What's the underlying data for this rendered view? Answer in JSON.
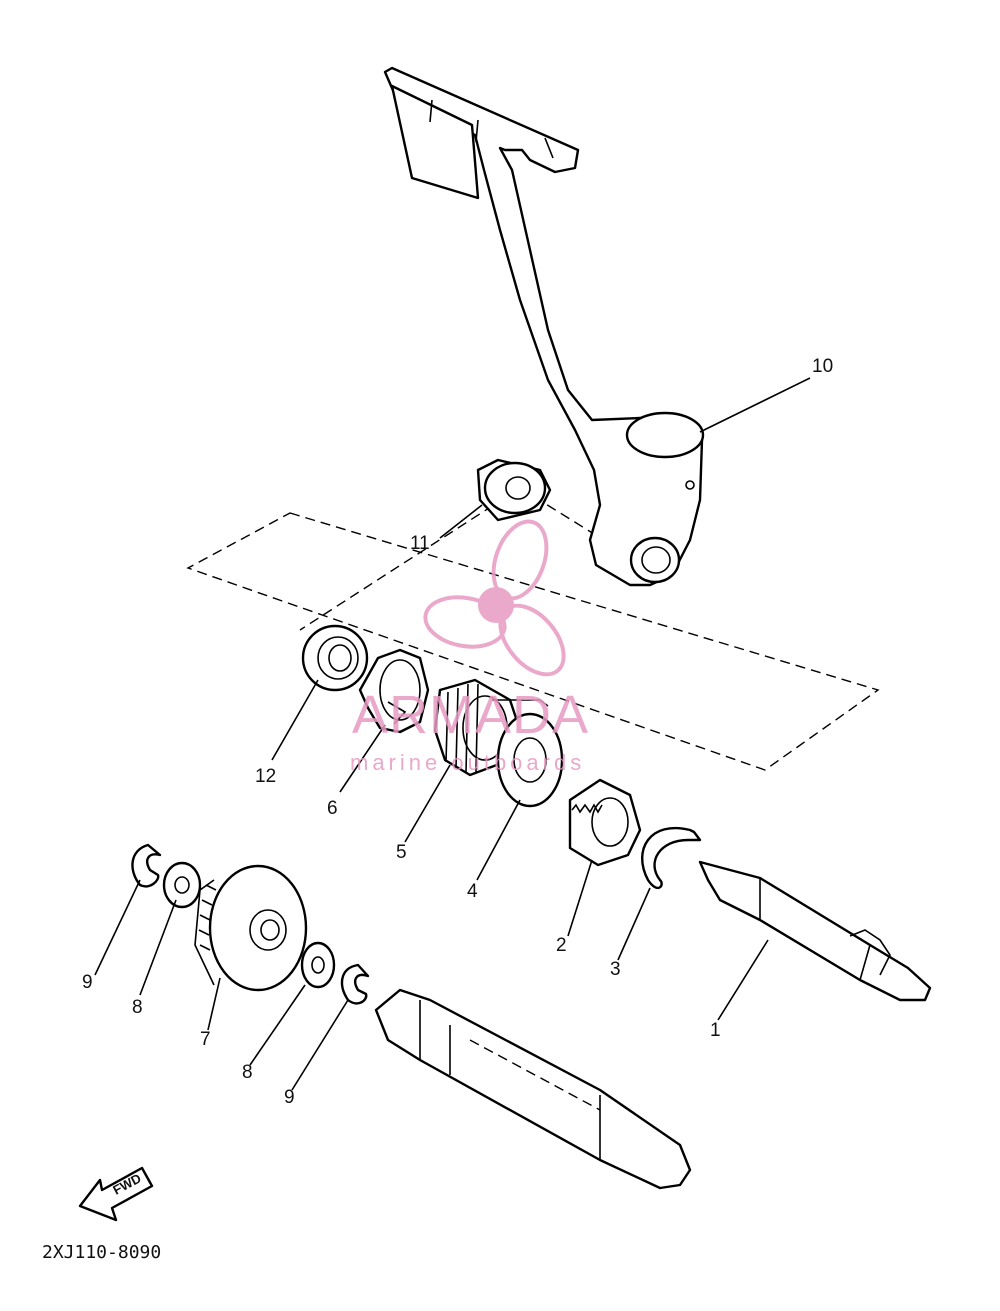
{
  "diagram": {
    "part_labels": {
      "p1": "1",
      "p2": "2",
      "p3": "3",
      "p4": "4",
      "p5": "5",
      "p6": "6",
      "p7": "7",
      "p8a": "8",
      "p8b": "8",
      "p9a": "9",
      "p9b": "9",
      "p10": "10",
      "p11": "11",
      "p12": "12"
    },
    "direction_label": "FWD",
    "diagram_code": "2XJ110-8090"
  },
  "watermark": {
    "title": "ARMADA",
    "subtitle": "marine outboards",
    "color": "#e79ac3"
  }
}
